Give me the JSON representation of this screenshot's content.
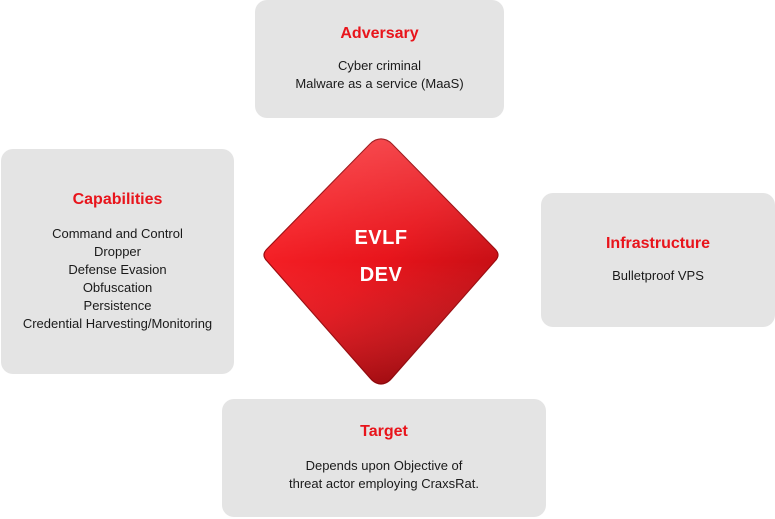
{
  "center": {
    "lines": [
      "EVLF",
      "DEV"
    ],
    "color": "#e8141b"
  },
  "adversary": {
    "title": "Adversary",
    "lines": [
      "Cyber criminal",
      "Malware as a service (MaaS)"
    ]
  },
  "capabilities": {
    "title": "Capabilities",
    "lines": [
      "Command and Control",
      "Dropper",
      "Defense Evasion",
      "Obfuscation",
      "Persistence",
      "Credential Harvesting/Monitoring"
    ]
  },
  "infrastructure": {
    "title": "Infrastructure",
    "lines": [
      "Bulletproof VPS"
    ]
  },
  "target": {
    "title": "Target",
    "lines": [
      "Depends upon Objective of",
      "threat actor employing CraxsRat."
    ]
  },
  "colors": {
    "accent": "#e8141b",
    "card_background": "#e4e4e4"
  }
}
